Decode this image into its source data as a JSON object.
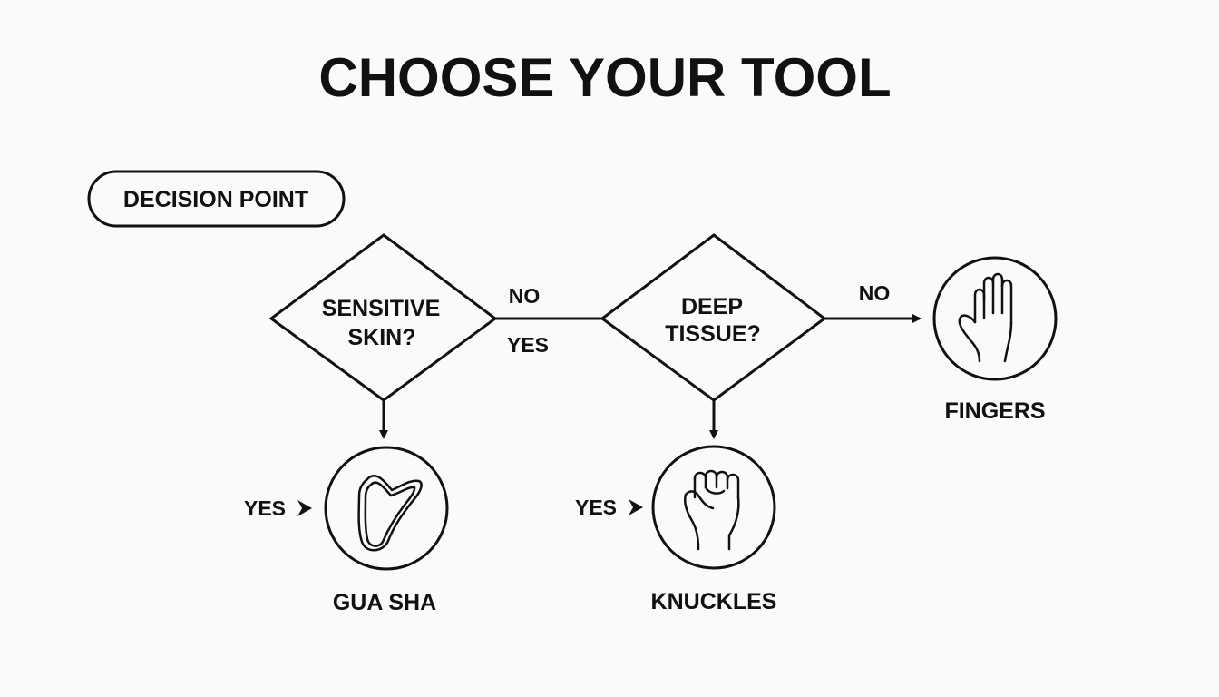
{
  "title": "CHOOSE YOUR TOOL",
  "legend": {
    "label": "DECISION POINT"
  },
  "decisions": {
    "sensitive": {
      "line1": "SENSITIVE",
      "line2": "SKIN?"
    },
    "deep": {
      "line1": "DEEP",
      "line2": "TISSUE?"
    }
  },
  "edge_labels": {
    "sensitive_no": "NO",
    "sensitive_yes_right": "YES",
    "deep_no": "NO",
    "sensitive_yes": "YES",
    "deep_yes": "YES"
  },
  "outcomes": {
    "gua_sha": {
      "label": "GUA SHA",
      "icon": "gua-sha-stone-icon"
    },
    "knuckles": {
      "label": "KNUCKLES",
      "icon": "fist-icon"
    },
    "fingers": {
      "label": "FINGERS",
      "icon": "open-hand-icon"
    }
  }
}
